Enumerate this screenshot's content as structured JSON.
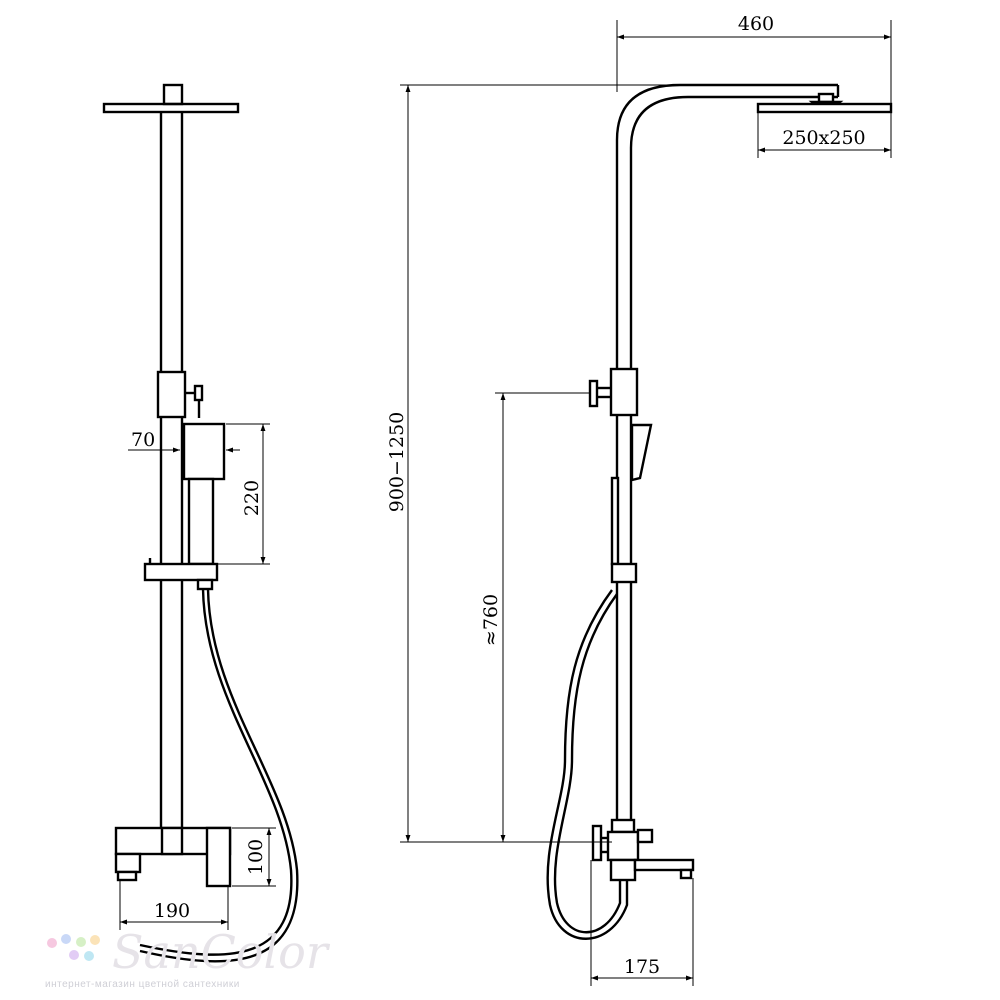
{
  "dimensions": {
    "width_70": "70",
    "height_220": "220",
    "height_100": "100",
    "width_190": "190",
    "total_height": "900−1250",
    "handshower_height": "≈760",
    "reach_460": "460",
    "head_size": "250x250",
    "spout_175": "175"
  },
  "watermark": {
    "brand": "SanColor",
    "tagline": "интернет-магазин цветной сантехники",
    "dot_colors": [
      "#f6c8e0",
      "#c9d8f7",
      "#d6f0c6",
      "#fbe3b8",
      "#e2ccf5",
      "#bfe7f3"
    ]
  }
}
